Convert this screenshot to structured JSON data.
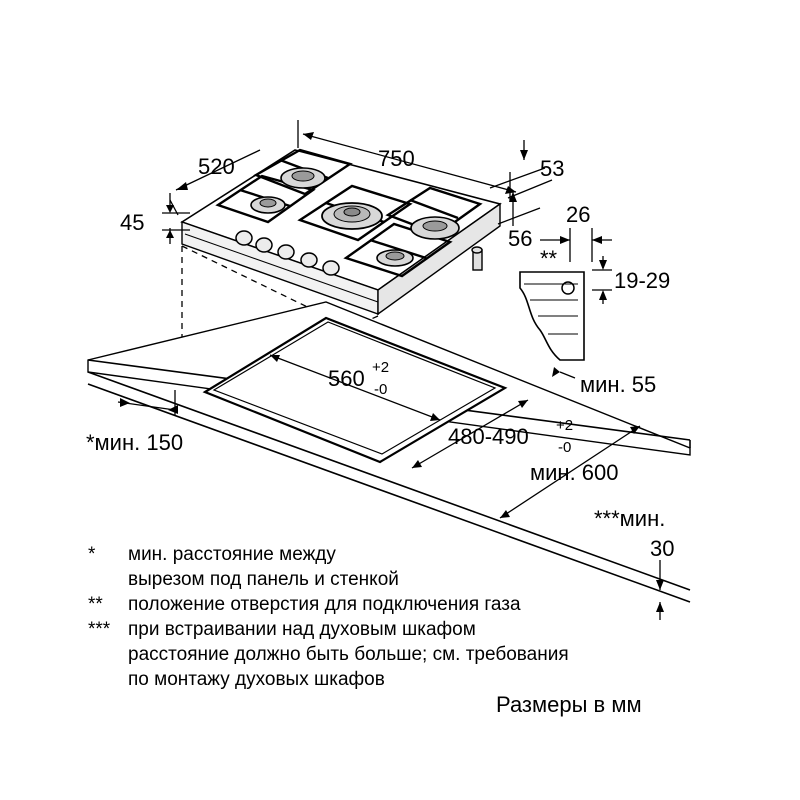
{
  "dimensions": {
    "width_750": "750",
    "depth_520": "520",
    "height_45": "45",
    "offset_53": "53",
    "offset_56": "56",
    "gas_26": "26",
    "gas_19_29": "19-29",
    "gas_marker": "**",
    "min_55": "мин. 55",
    "cutout_width": "560",
    "cutout_width_tol_plus": "+2",
    "cutout_width_tol_minus": "-0",
    "cutout_depth": "480-490",
    "cutout_depth_tol_plus": "+2",
    "cutout_depth_tol_minus": "-0",
    "min_150": "*мин. 150",
    "min_600": "мин. 600",
    "min_30_label": "***мин.",
    "min_30_value": "30"
  },
  "notes": [
    {
      "marker": "*",
      "lines": [
        "мин. расстояние между",
        "вырезом под панель и стенкой"
      ]
    },
    {
      "marker": "**",
      "lines": [
        "положение отверстия для подключения газа"
      ]
    },
    {
      "marker": "***",
      "lines": [
        "при встраивании над духовым шкафом",
        "расстояние должно быть больше; см. требования",
        "по монтажу духовых шкафов"
      ]
    }
  ],
  "units_caption": "Размеры в мм",
  "colors": {
    "line": "#000000",
    "background": "#ffffff",
    "burner_fill": "#d8d8d8"
  }
}
